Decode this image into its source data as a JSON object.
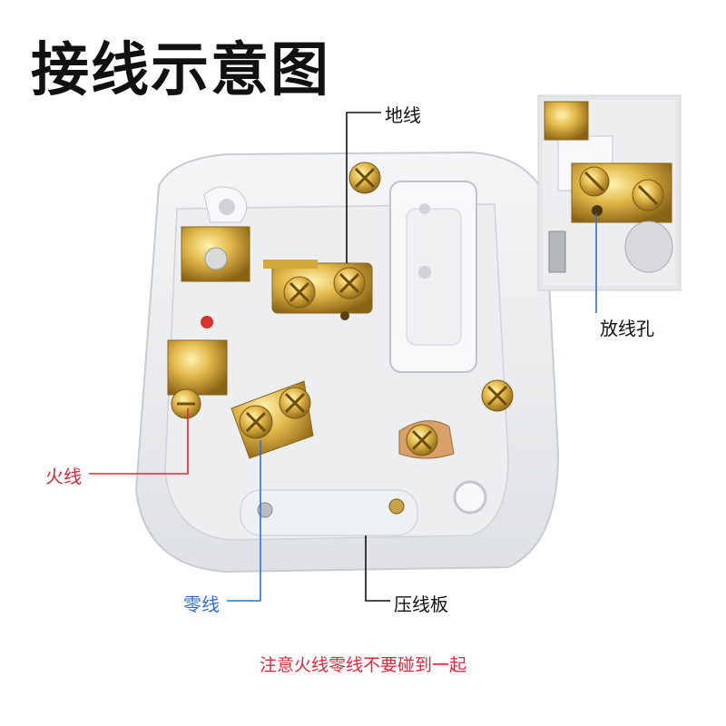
{
  "title": "接线示意图",
  "labels": {
    "earth": "地线",
    "insert_hole": "放线孔",
    "live": "火线",
    "neutral": "零线",
    "clamp": "压线板"
  },
  "note": "注意火线零线不要碰到一起",
  "colors": {
    "live": "#e0263a",
    "neutral": "#2f6fd6",
    "leader": "#111111"
  }
}
